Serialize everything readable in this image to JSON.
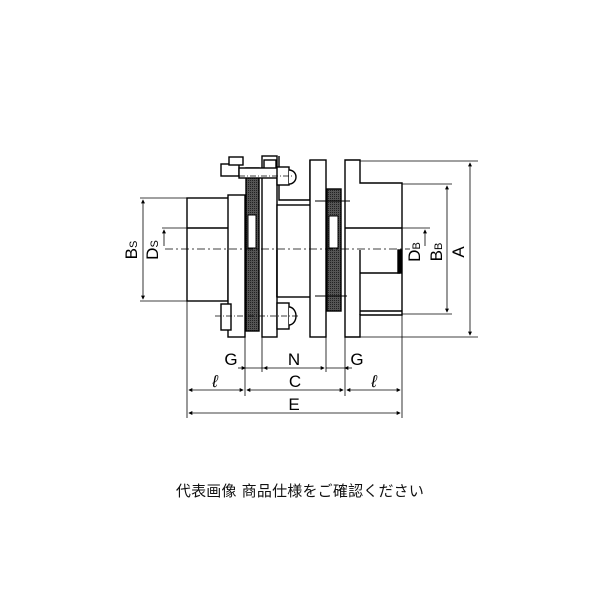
{
  "diagram": {
    "type": "disc coupling dimension drawing",
    "labels": {
      "A": "A",
      "Bs_main": "B",
      "Bs_sub": "S",
      "Ds_main": "D",
      "Ds_sub": "S",
      "DB_main": "D",
      "DB_sub": "B",
      "BB_main": "B",
      "BB_sub": "B",
      "G_left": "G",
      "N": "N",
      "G_right": "G",
      "l_left": "ℓ",
      "C": "C",
      "l_right": "ℓ",
      "E": "E"
    },
    "colors": {
      "line": "#000000",
      "hatch": "#333333",
      "background": "#ffffff"
    }
  },
  "caption": "代表画像 商品仕様をご確認ください"
}
